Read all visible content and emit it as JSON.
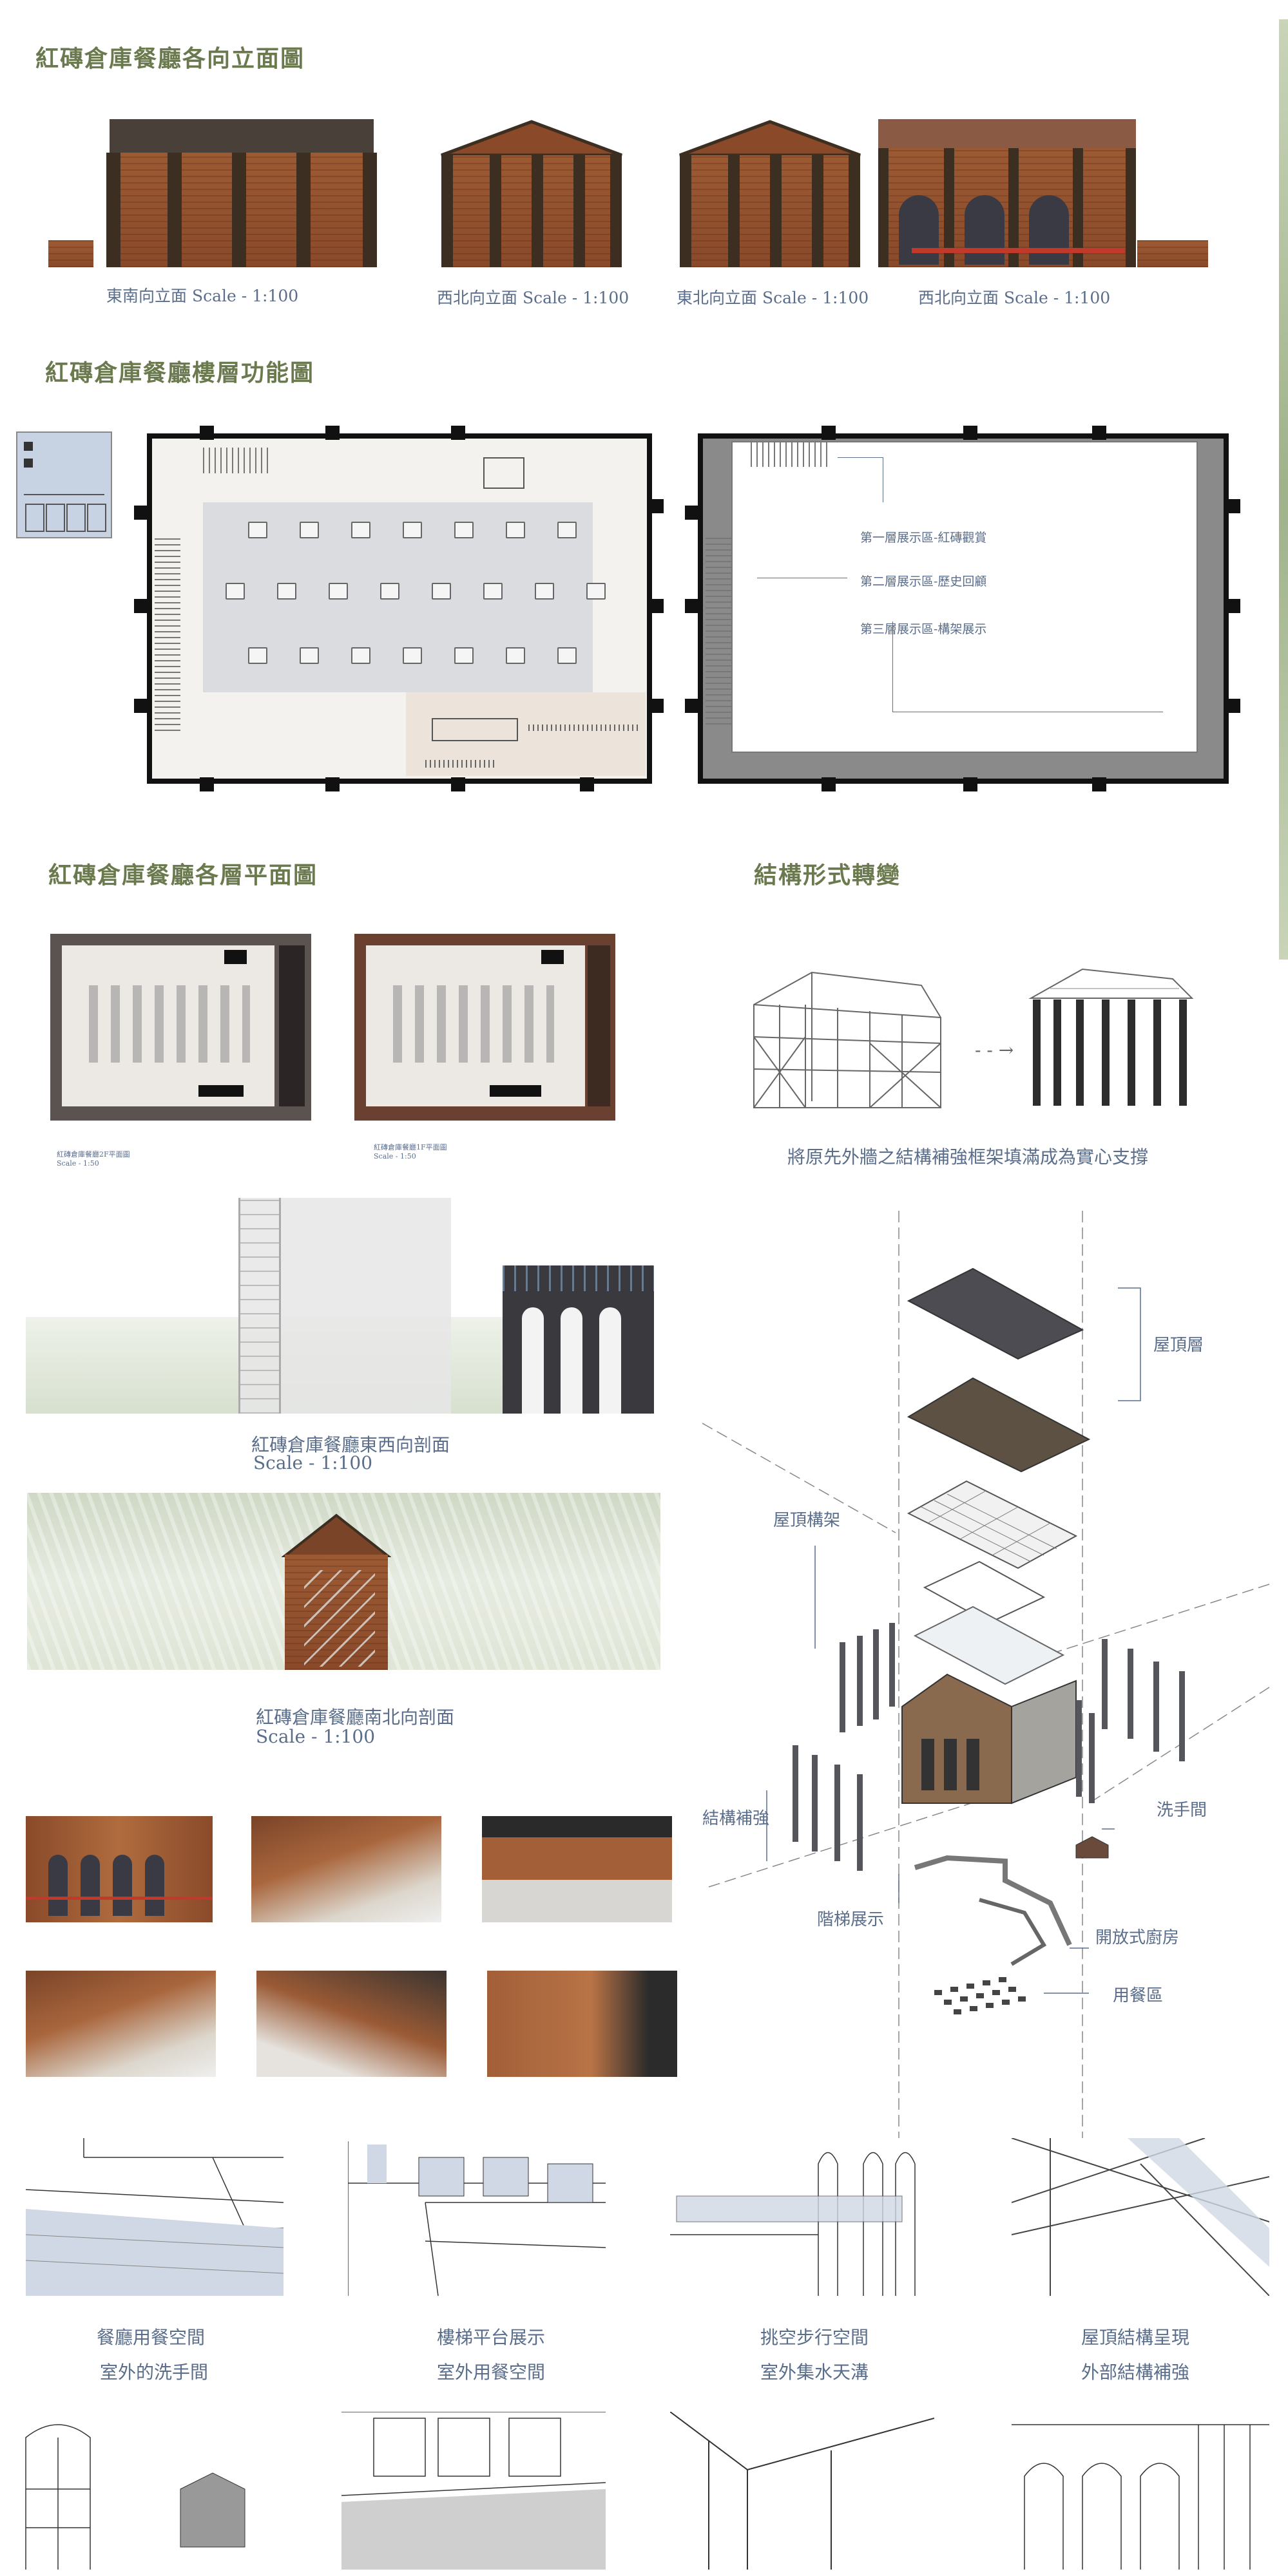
{
  "sections": {
    "elevations_title": "紅磚倉庫餐廳各向立面圖",
    "function_title": "紅磚倉庫餐廳樓層功能圖",
    "plans_title": "紅磚倉庫餐廳各層平面圖",
    "structure_title": "結構形式轉變"
  },
  "elevations": [
    {
      "caption": "東南向立面 Scale - 1:100"
    },
    {
      "caption": "西北向立面 Scale - 1:100"
    },
    {
      "caption": "東北向立面 Scale - 1:100"
    },
    {
      "caption": "西北向立面 Scale - 1:100"
    }
  ],
  "function_plan": {
    "labels": [
      "第一層展示區-紅磚觀賞",
      "第二層展示區-歷史回顧",
      "第三層展示區-構架展示"
    ]
  },
  "floor_plans": [
    {
      "name": "紅磚倉庫餐廳2F平面圖",
      "scale": "Scale - 1:50"
    },
    {
      "name": "紅磚倉庫餐廳1F平面圖",
      "scale": "Scale - 1:50"
    }
  ],
  "structure": {
    "caption": "將原先外牆之結構補強框架填滿成為實心支撐"
  },
  "sections_drawings": [
    {
      "title": "紅磚倉庫餐廳東西向剖面",
      "scale": "Scale - 1:100"
    },
    {
      "title": "紅磚倉庫餐廳南北向剖面",
      "scale": "Scale - 1:100"
    }
  ],
  "exploded_labels": {
    "roof_layer": "屋頂層",
    "roof_frame": "屋頂構架",
    "reinforcement": "結構補強",
    "washroom": "洗手間",
    "stair": "階梯展示",
    "kitchen": "開放式廚房",
    "dining": "用餐區"
  },
  "sketches": [
    {
      "title": "餐廳用餐空間",
      "subtitle": "室外的洗手間"
    },
    {
      "title": "樓梯平台展示",
      "subtitle": "室外用餐空間"
    },
    {
      "title": "挑空步行空間",
      "subtitle": "室外集水天溝"
    },
    {
      "title": "屋頂結構呈現",
      "subtitle": "外部結構補強"
    }
  ]
}
